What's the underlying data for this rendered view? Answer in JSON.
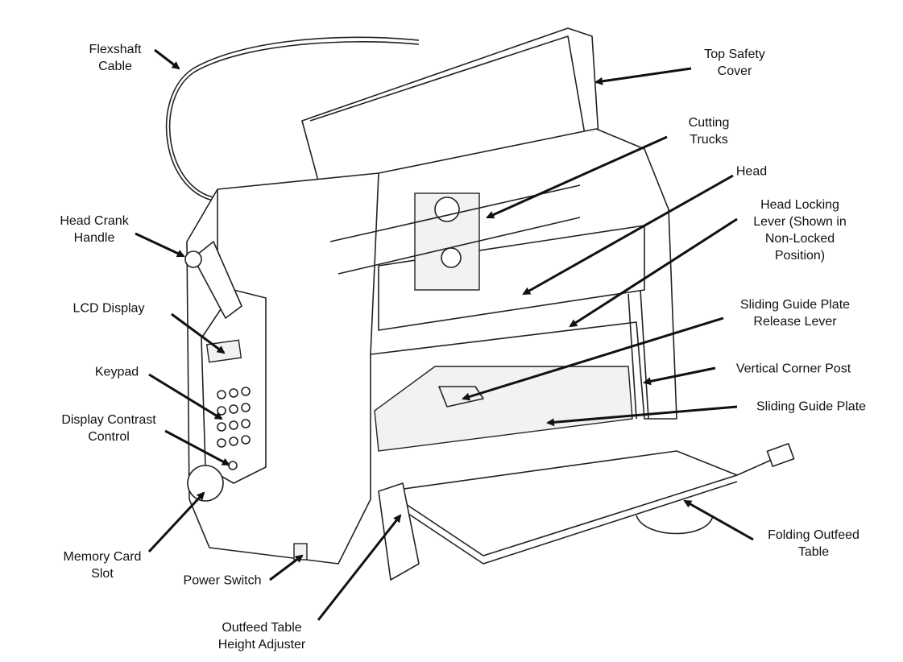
{
  "labels": [
    {
      "id": "flexshaft-cable",
      "text": "Flexshaft\nCable"
    },
    {
      "id": "top-safety-cover",
      "text": "Top Safety\nCover"
    },
    {
      "id": "cutting-trucks",
      "text": "Cutting\nTrucks"
    },
    {
      "id": "head",
      "text": "Head"
    },
    {
      "id": "head-locking-lever",
      "text": "Head Locking\nLever (Shown in\nNon-Locked\nPosition)"
    },
    {
      "id": "sliding-guide-plate-release-lever",
      "text": "Sliding Guide Plate\nRelease Lever"
    },
    {
      "id": "vertical-corner-post",
      "text": "Vertical Corner Post"
    },
    {
      "id": "sliding-guide-plate",
      "text": "Sliding Guide Plate"
    },
    {
      "id": "folding-outfeed-table",
      "text": "Folding Outfeed\nTable"
    },
    {
      "id": "head-crank-handle",
      "text": "Head Crank\nHandle"
    },
    {
      "id": "lcd-display",
      "text": "LCD Display"
    },
    {
      "id": "keypad",
      "text": "Keypad"
    },
    {
      "id": "display-contrast-control",
      "text": "Display Contrast\nControl"
    },
    {
      "id": "memory-card-slot",
      "text": "Memory Card\nSlot"
    },
    {
      "id": "power-switch",
      "text": "Power Switch"
    },
    {
      "id": "outfeed-table-height-adjuster",
      "text": "Outfeed Table\nHeight Adjuster"
    }
  ]
}
